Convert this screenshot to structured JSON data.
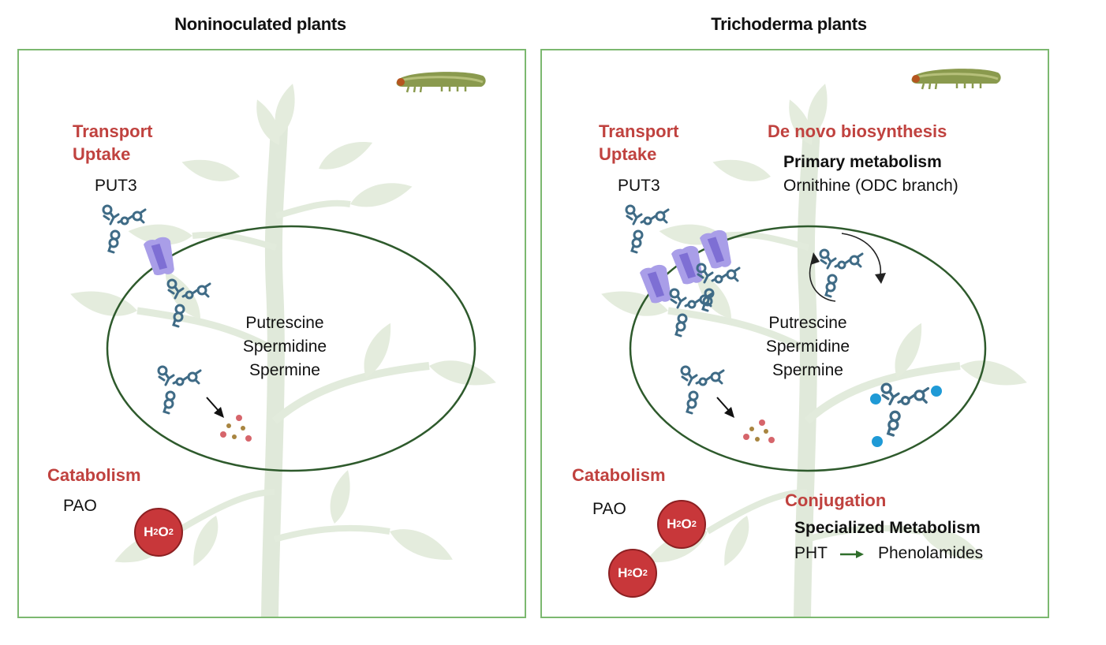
{
  "panels": [
    {
      "title": "Noninoculated plants",
      "transport": {
        "heading_line1": "Transport",
        "heading_line2": "Uptake",
        "gene": "PUT3"
      },
      "polyamines": [
        "Putrescine",
        "Spermidine",
        "Spermine"
      ],
      "catabolism": {
        "heading": "Catabolism",
        "enzyme": "PAO",
        "product_count": 1
      },
      "transporter_count": 1
    },
    {
      "title": "Trichoderma plants",
      "transport": {
        "heading_line1": "Transport",
        "heading_line2": "Uptake",
        "gene": "PUT3"
      },
      "biosynthesis": {
        "heading": "De novo biosynthesis",
        "subheading": "Primary metabolism",
        "detail": "Ornithine (ODC branch)"
      },
      "polyamines": [
        "Putrescine",
        "Spermidine",
        "Spermine"
      ],
      "catabolism": {
        "heading": "Catabolism",
        "enzyme": "PAO",
        "product_count": 2
      },
      "conjugation": {
        "heading": "Conjugation",
        "subheading": "Specialized Metabolism",
        "enzyme": "PHT",
        "product": "Phenolamides"
      },
      "transporter_count": 3
    }
  ],
  "h2o2": {
    "H": "H",
    "sub1": "2",
    "O": "O",
    "sub2": "2"
  },
  "colors": {
    "heading_red": "#c0423f",
    "border_green": "#7cb870",
    "membrane_green": "#2e5a2c",
    "molecule_blue": "#3f6b86",
    "transporter_purple": "#9b8fe0",
    "h2o2_red": "#c8373a",
    "conjugate_blue": "#1f9ad6"
  },
  "icons": [
    "caterpillar-icon",
    "plant-silhouette",
    "transporter-icon",
    "polyamine-molecule-icon",
    "h2o2-icon",
    "degradation-products-icon",
    "cycle-arrows-icon",
    "arrow-icon"
  ]
}
